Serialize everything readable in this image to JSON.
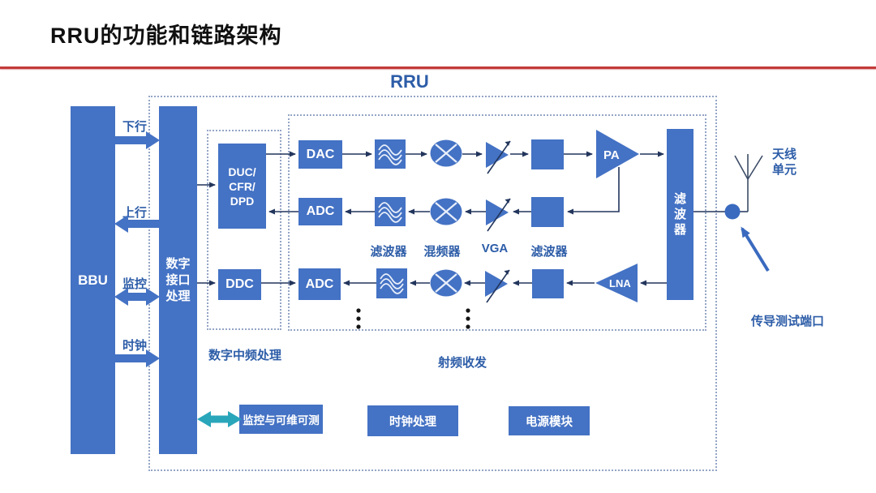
{
  "slide": {
    "title": "RRU的功能和链路架构",
    "rru_box_label": "RRU"
  },
  "left": {
    "bbu_label": "BBU",
    "interface_label": "数字\n接口\n处理",
    "channels": [
      {
        "label": "下行",
        "direction": "right"
      },
      {
        "label": "上行",
        "direction": "left"
      },
      {
        "label": "监控",
        "direction": "both"
      },
      {
        "label": "时钟",
        "direction": "right"
      }
    ]
  },
  "digital_if": {
    "section_label": "数字中频处理",
    "duc_label": "DUC/\nCFR/\nDPD",
    "ddc_label": "DDC"
  },
  "rf": {
    "section_label": "射频收发",
    "dac_label": "DAC",
    "adc_feedback_label": "ADC",
    "adc_rx_label": "ADC",
    "pa_label": "PA",
    "lna_label": "LNA",
    "component_labels": [
      "滤波器",
      "混频器",
      "VGA",
      "滤波器"
    ],
    "duplexer_label": "滤\n波\n器"
  },
  "right": {
    "antenna_label": "天线\n单元",
    "test_port_label": "传导测试端口"
  },
  "bottom_modules": [
    {
      "label": "监控与可维可测"
    },
    {
      "label": "时钟处理"
    },
    {
      "label": "电源模块"
    }
  ],
  "icons": {
    "filter": "wave-filter-icon",
    "mixer": "mixer-cross-icon",
    "vga": "vga-amplifier-icon",
    "pa": "power-amplifier-icon",
    "lna": "low-noise-amplifier-icon",
    "antenna": "antenna-icon",
    "test_port": "test-port-dot-icon",
    "repeat": "ellipsis-dots-icon"
  },
  "colors": {
    "block_blue": "#4472c4",
    "line_navy": "#22355c",
    "label_blue": "#2d5da8",
    "red_rule": "#c43a3a",
    "cyan_arrow": "#2aa6bb",
    "dashed_border": "#94a5c6",
    "title_black": "#101010",
    "text_white": "#ffffff"
  }
}
